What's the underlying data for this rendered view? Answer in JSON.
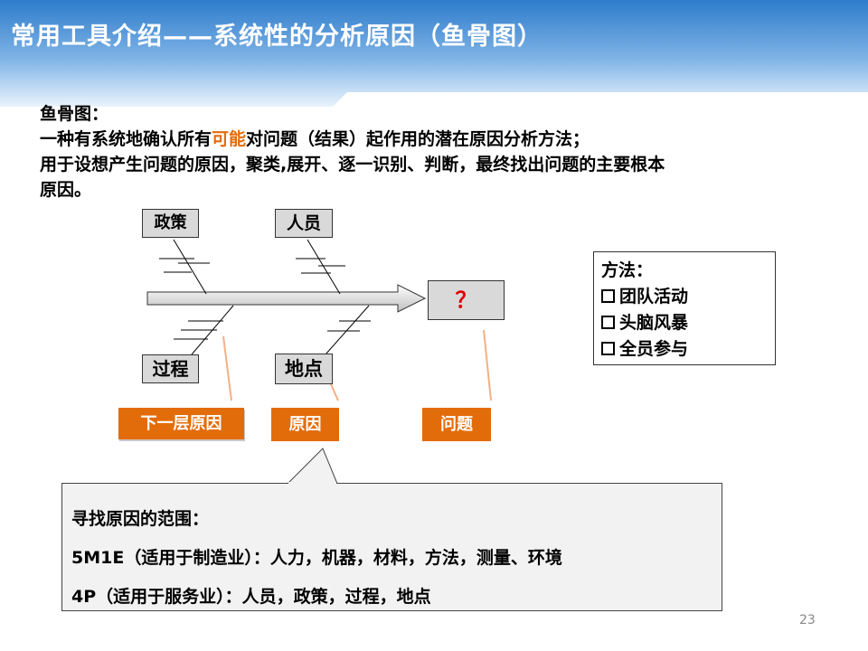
{
  "title": "常用工具介绍——系统性的分析原因（鱼骨图）",
  "intro": {
    "line1": "鱼骨图：",
    "line2_prefix": "一种有系统地确认所有",
    "line2_highlight": "可能",
    "line2_suffix": "对问题（结果）起作用的潜在原因分析方法；",
    "line3": "用于设想产生问题的原因，聚类,展开、逐一识别、判断，最终找出问题的主要根本",
    "line4": "原因。"
  },
  "fishbone": {
    "top_left": "政策",
    "top_right": "人员",
    "bottom_left": "过程",
    "bottom_right": "地点",
    "head": "？"
  },
  "labels": {
    "sub_cause": "下一层原因",
    "cause": "原因",
    "problem": "问题"
  },
  "method": {
    "title": "方法：",
    "items": [
      "团队活动",
      "头脑风暴",
      "全员参与"
    ]
  },
  "scope": {
    "title": "寻找原因的范围：",
    "line_5m1e": "5M1E（适用于制造业）：人力，机器，材料，方法，测量、环境",
    "line_4p": "4P（适用于服务业）：人员，政策，过程，地点"
  },
  "page_number": "23",
  "colors": {
    "accent": "#E36C0A",
    "header_blue": "#2E7FD0",
    "question_red": "#E00000"
  }
}
